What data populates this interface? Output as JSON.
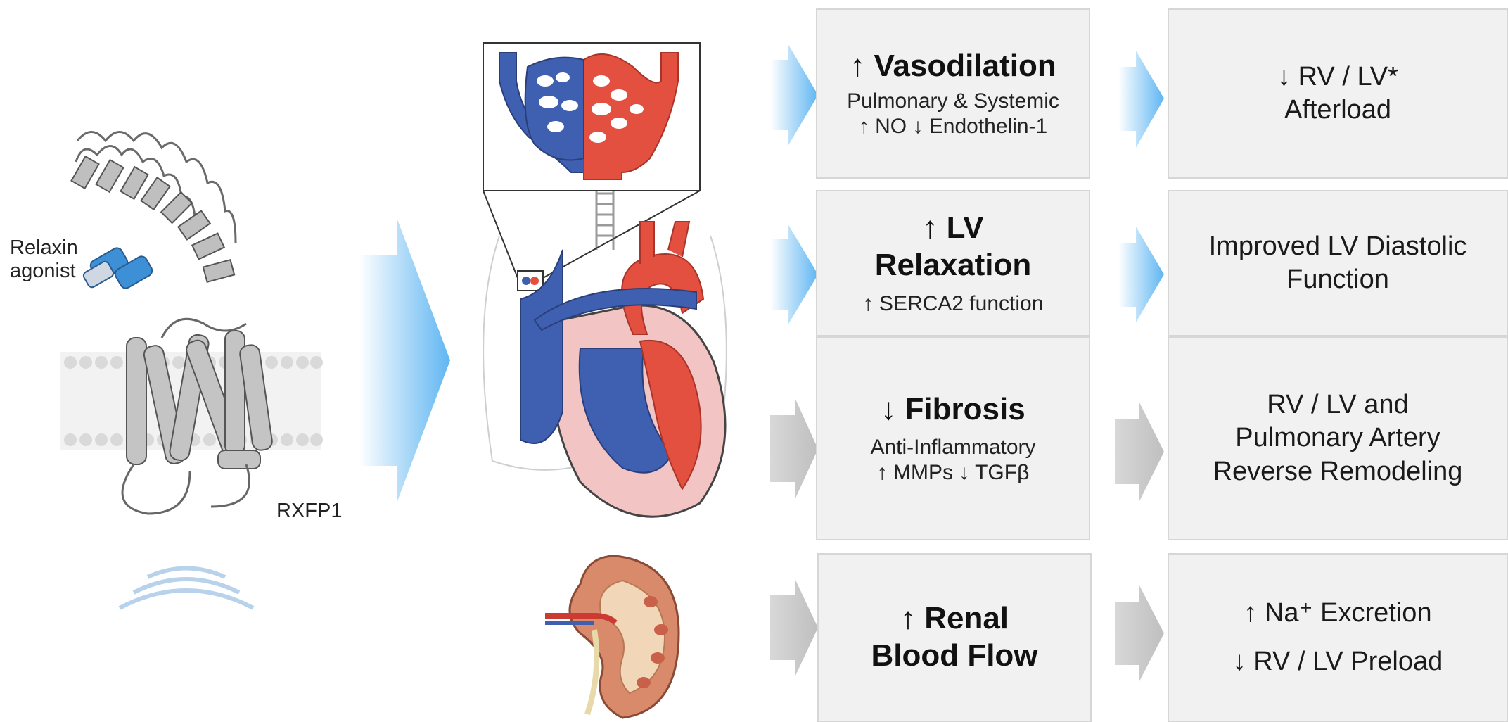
{
  "receptor": {
    "agonist_label_line1": "Relaxin",
    "agonist_label_line2": "agonist",
    "receptor_label": "RXFP1"
  },
  "effects": [
    {
      "arrow": "↑",
      "title": "Vasodilation",
      "sub1": "Pulmonary & Systemic",
      "sub2": "↑ NO  ↓ Endothelin-1"
    },
    {
      "arrow": "↑",
      "title_line1": "LV",
      "title_line2": "Relaxation",
      "sub1": "↑ SERCA2 function"
    },
    {
      "arrow": "↓",
      "title": "Fibrosis",
      "sub1": "Anti-Inflammatory",
      "sub2": "↑ MMPs  ↓ TGFβ"
    },
    {
      "arrow": "↑",
      "title_line1": "Renal",
      "title_line2": "Blood Flow"
    }
  ],
  "outcomes": [
    {
      "line1": "↓ RV / LV*",
      "line2": "Afterload"
    },
    {
      "line1": "Improved LV Diastolic",
      "line2": "Function"
    },
    {
      "line1": "RV / LV and",
      "line2": "Pulmonary Artery",
      "line3": "Reverse Remodeling"
    },
    {
      "line1": "↑ Na⁺ Excretion",
      "line2": "↓ RV / LV Preload"
    }
  ],
  "colors": {
    "box_fill": "#f1f1f1",
    "box_border": "#d6d6d6",
    "arrow_blue": "#5fb6f2",
    "arrow_gray": "#c8c8c8",
    "vessel_blue": "#3f5fb0",
    "vessel_red": "#e4503f"
  }
}
